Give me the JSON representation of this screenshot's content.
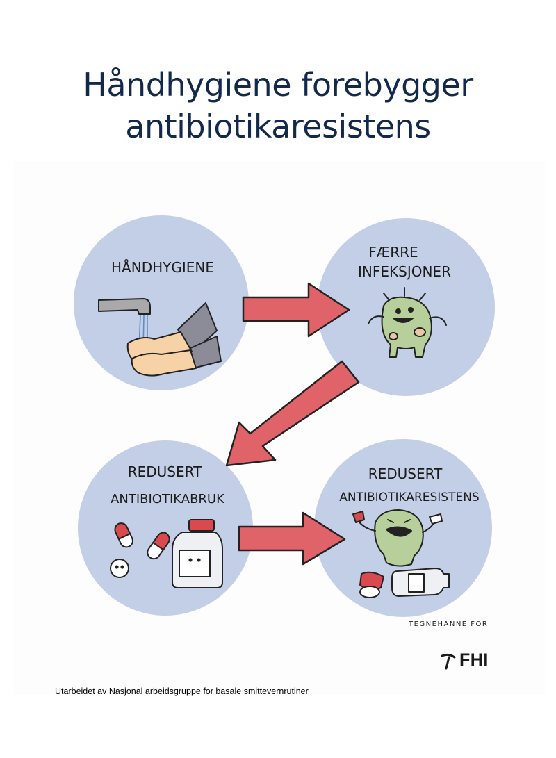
{
  "title": {
    "line1": "Håndhygiene forebygger",
    "line2": "antibiotikaresistens"
  },
  "steps": [
    {
      "line1": "HÅNDHYGIENE",
      "line2": ""
    },
    {
      "line1": "FÆRRE",
      "line2": "INFEKSJONER"
    },
    {
      "line1": "REDUSERT",
      "line2": "ANTIBIOTIKABRUK"
    },
    {
      "line1": "REDUSERT",
      "line2": "ANTIBIOTIKARESISTENS"
    }
  ],
  "credit": "TEGNEHANNE FOR",
  "logo": {
    "text": "FHI",
    "icon": "fhi-logo-icon"
  },
  "footer": "Utarbeidet av Nasjonal arbeidsgruppe for basale smittevernrutiner",
  "colors": {
    "title": "#13294b",
    "circle": "#c3cfe6",
    "arrow": "#e0636a",
    "germ": "#b7cf9a"
  }
}
